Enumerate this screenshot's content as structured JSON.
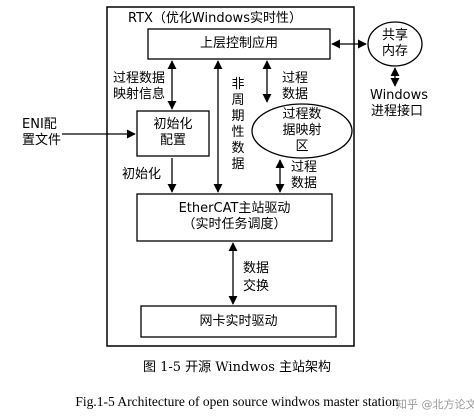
{
  "diagram": {
    "outer_title": "RTX（优化Windows实时性）",
    "blocks": {
      "upper_app": "上层控制应用",
      "init_config": "初始化\n配置",
      "mapping_area": "过程数\n据映射\n区",
      "master_driver": "EtherCAT主站驱动\n（实时任务调度）",
      "nic_driver": "网卡实时驱动",
      "shared_memory": "共享\n内存"
    },
    "labels": {
      "eni_config": "ENI配\n置文件",
      "process_data_mapping": "过程数据\n映射信息",
      "non_periodic_data": "非\n周\n期\n性\n数\n据",
      "process_data_top": "过程\n数据",
      "initialize": "初始化",
      "process_data_bottom": "过程\n数据",
      "data_exchange": "数据\n交换",
      "windows_ipc": "Windows\n进程接口"
    }
  },
  "captions": {
    "cn": "图 1-5  开源 Windwos 主站架构",
    "en": "Fig.1-5 Architecture of open source windwos master station"
  },
  "watermark": "知乎 @北方论文"
}
